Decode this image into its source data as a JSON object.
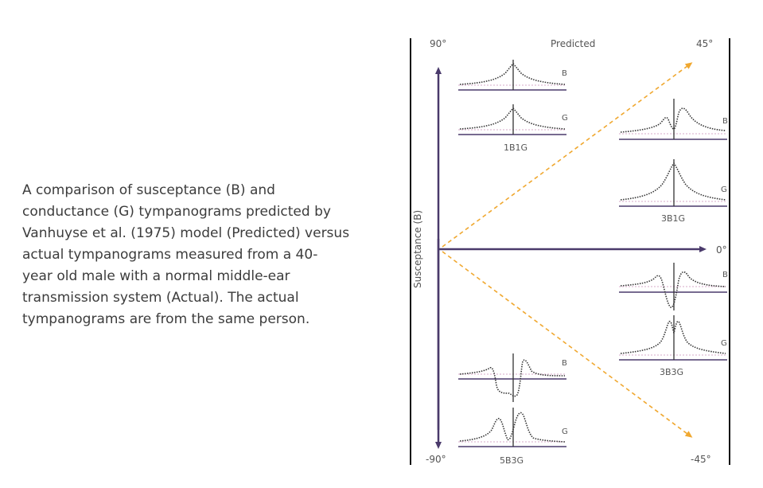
{
  "caption": {
    "lines": [
      "A comparison of susceptance (B) and",
      "conductance (G) tympanograms predicted by",
      "Vanhuyse et al. (1975) model (Predicted) versus",
      "actual tympanograms measured from a 40-",
      "year old male with a normal middle-ear",
      "transmission system (Actual). The actual",
      "tympanograms are from the same person."
    ]
  },
  "diagram": {
    "title": "Predicted",
    "y_axis_label": "Susceptance (B)",
    "angles": {
      "top_left": "90°",
      "top_right": "45°",
      "right": "0°",
      "bottom_left": "-90°",
      "bottom_right": "-45°"
    },
    "panels": {
      "p1b1g": {
        "label": "1B1G",
        "b": "B",
        "g": "G"
      },
      "p3b1g": {
        "label": "3B1G",
        "b": "B",
        "g": "G"
      },
      "p3b3g": {
        "label": "3B3G",
        "b": "B",
        "g": "G"
      },
      "p5b3g": {
        "label": "5B3G",
        "b": "B",
        "g": "G"
      }
    },
    "colors": {
      "axis": "#4a3a6b",
      "diagonal": "#f0a830",
      "curve": "#333333",
      "baseline": "#4a3a6b",
      "dotted_ref": "#d7a8c8"
    }
  }
}
